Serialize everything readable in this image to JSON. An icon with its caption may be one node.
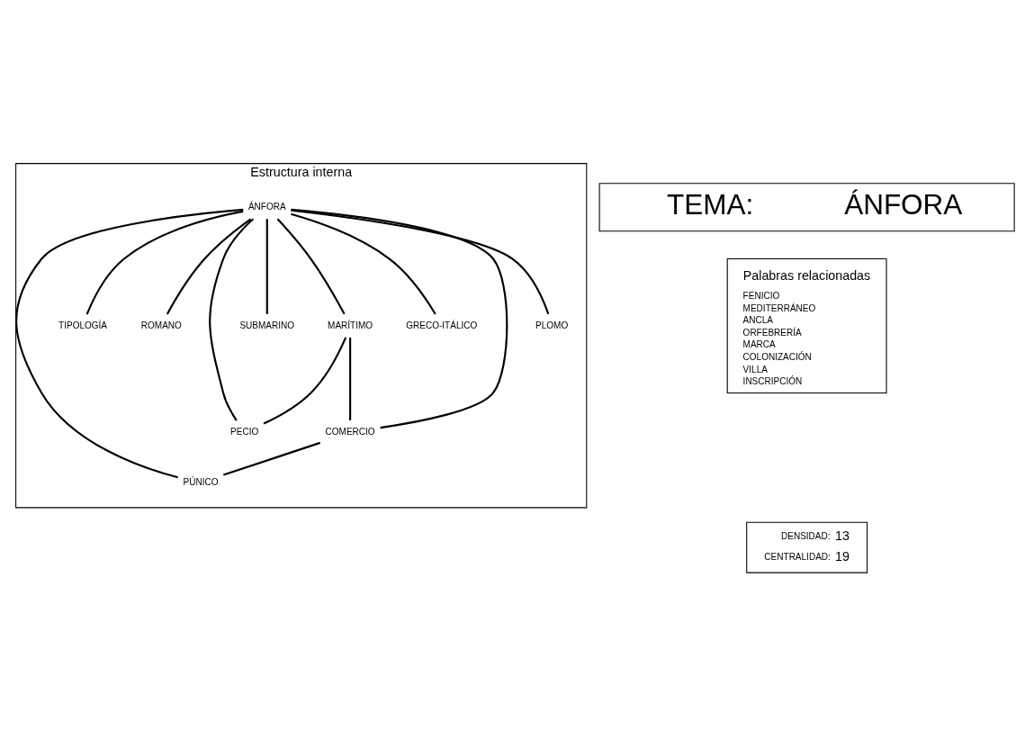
{
  "diagram": {
    "nodes": [
      {
        "text": [
          "TEMA:",
          "ÁNFORA"
        ]
      },
      {
        "text": [
          "Estructura interna"
        ]
      },
      {
        "text": [
          "PLOMO"
        ],
        "in": 1
      },
      {
        "text": [
          "MARÍTIMO"
        ],
        "in": 1
      },
      {
        "text": [
          "TIPOLOGÍA"
        ],
        "in": 1
      },
      {
        "text": [
          "ROMANO"
        ],
        "in": 1
      },
      {
        "text": [
          "ÁNFORA"
        ],
        "in": 1
      },
      {
        "text": [
          "COMERCIO"
        ],
        "in": 1
      },
      {
        "text": [
          "SUBMARINO"
        ],
        "in": 1
      },
      {
        "text": [
          "PÚNICO"
        ],
        "in": 1
      },
      {
        "text": [
          "GRECO-ITÁLICO"
        ],
        "in": 1
      },
      {
        "text": [
          "PECIO"
        ],
        "in": 1
      },
      {
        "text": [
          "Palabras relacionadas",
          "FENICIO",
          "MEDITERRÁNEO",
          "ANCLA",
          "ORFEBRERÍA",
          "MARCA",
          "COLONIZACIÓN",
          "VILLA",
          "INSCRIPCIÓN"
        ]
      },
      {
        "text": [
          "DENSIDAD:",
          "13",
          "CENTRALIDAD:",
          "19"
        ]
      }
    ],
    "edges": [
      {
        "from": 6,
        "to": 2,
        "arrow": "none"
      },
      {
        "from": 6,
        "to": 3,
        "arrow": "none"
      },
      {
        "from": 6,
        "to": 4,
        "arrow": "none"
      },
      {
        "from": 6,
        "to": 5,
        "arrow": "none"
      },
      {
        "from": 6,
        "to": 8,
        "arrow": "none"
      },
      {
        "from": 6,
        "to": 7,
        "arrow": "none"
      },
      {
        "from": 6,
        "to": 10,
        "arrow": "none"
      },
      {
        "from": 6,
        "to": 11,
        "arrow": "none"
      },
      {
        "from": 6,
        "to": 9,
        "arrow": "none"
      },
      {
        "from": 3,
        "to": 7,
        "arrow": "none"
      },
      {
        "from": 3,
        "to": 11,
        "arrow": "none"
      },
      {
        "from": 7,
        "to": 9,
        "arrow": "none"
      }
    ]
  }
}
